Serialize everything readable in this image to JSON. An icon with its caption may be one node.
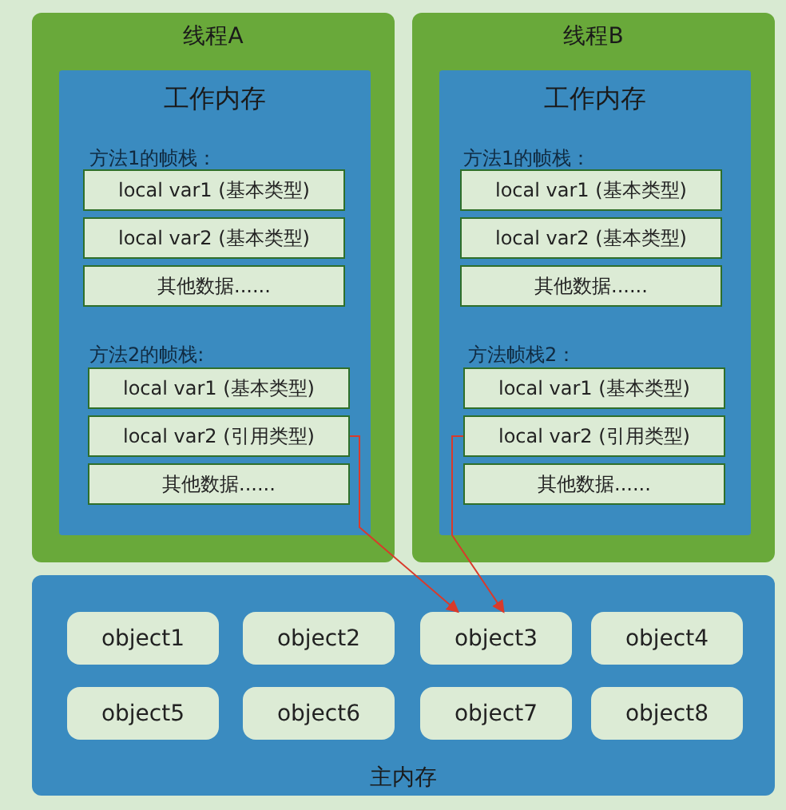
{
  "diagram": {
    "nodes": [
      {
        "text": [
          "线程A"
        ]
      },
      {
        "text": [
          "工作内存"
        ],
        "in": 0
      },
      {
        "text": [
          "local var1 (基本类型)"
        ],
        "in": 1
      },
      {
        "text": [
          "local var2 (基本类型)"
        ],
        "in": 1
      },
      {
        "text": [
          "其他数据......"
        ],
        "in": 1
      },
      {
        "text": [
          "local var1 (基本类型)"
        ],
        "in": 1
      },
      {
        "text": [
          "local var2 (引用类型)"
        ],
        "in": 1
      },
      {
        "text": [
          "其他数据......"
        ],
        "in": 1
      },
      {
        "text": [
          "线程B"
        ]
      },
      {
        "text": [
          "工作内存"
        ],
        "in": 8
      },
      {
        "text": [
          "local var1 (基本类型)"
        ],
        "in": 9
      },
      {
        "text": [
          "local var2 (基本类型)"
        ],
        "in": 9
      },
      {
        "text": [
          "其他数据......"
        ],
        "in": 9
      },
      {
        "text": [
          "local var1 (基本类型)"
        ],
        "in": 9
      },
      {
        "text": [
          "local var2 (引用类型)"
        ],
        "in": 9
      },
      {
        "text": [
          "其他数据......"
        ],
        "in": 9
      },
      {
        "text": [
          "主内存"
        ]
      },
      {
        "text": [
          "object1"
        ],
        "in": 16
      },
      {
        "text": [
          "object2"
        ],
        "in": 16
      },
      {
        "text": [
          "object3"
        ],
        "in": 16
      },
      {
        "text": [
          "object4"
        ],
        "in": 16
      },
      {
        "text": [
          "object5"
        ],
        "in": 16
      },
      {
        "text": [
          "object6"
        ],
        "in": 16
      },
      {
        "text": [
          "object7"
        ],
        "in": 16
      },
      {
        "text": [
          "object8"
        ],
        "in": 16
      }
    ],
    "edges": [
      {
        "from": 6,
        "to": 19,
        "arrow": "to",
        "color": "#d93a2b"
      },
      {
        "from": 14,
        "to": 19,
        "arrow": "to",
        "color": "#d93a2b"
      }
    ],
    "labels": [
      "方法1的帧栈：",
      "方法2的帧栈:",
      "方法1的帧栈：",
      "方法帧栈2："
    ]
  }
}
